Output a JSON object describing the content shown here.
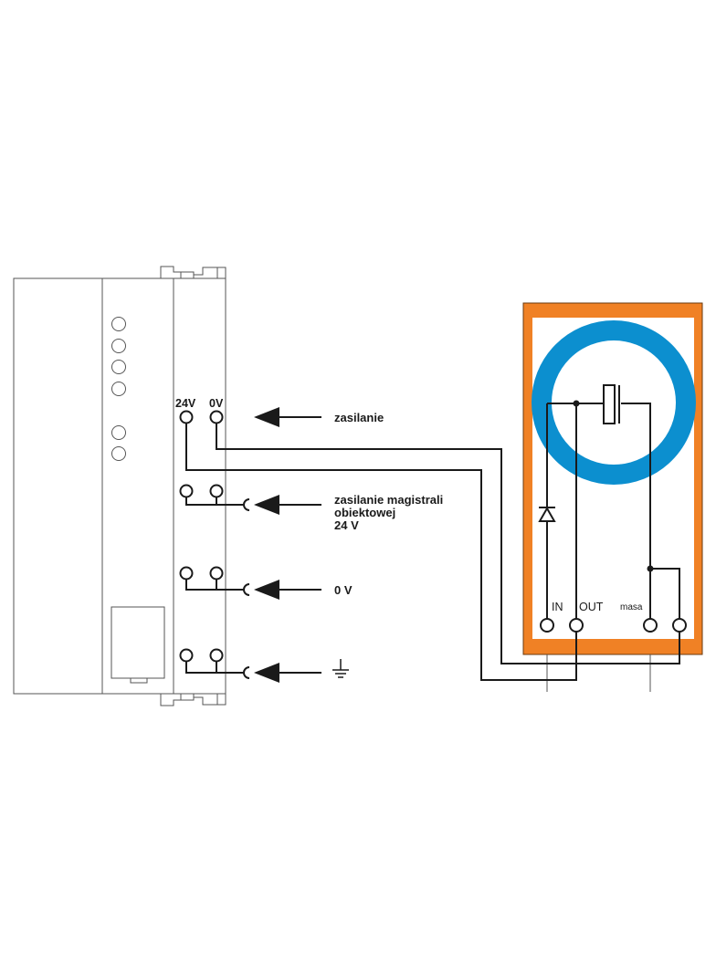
{
  "module": {
    "terminal_labels": {
      "plus24": "24V",
      "zero": "0V"
    }
  },
  "inputs": {
    "supply": "zasilanie",
    "field_bus_line1": "zasilanie magistrali",
    "field_bus_line2": "obiektowej",
    "field_bus_line3": "24 V",
    "zero_volt": "0 V"
  },
  "device": {
    "terminal_in": "IN",
    "terminal_out": "OUT",
    "terminal_ground": "masa"
  },
  "colors": {
    "line": "#1a1a1a",
    "housing_orange": "#f08125",
    "ring_blue": "#0c8fcf",
    "module_gray": "#555555"
  }
}
